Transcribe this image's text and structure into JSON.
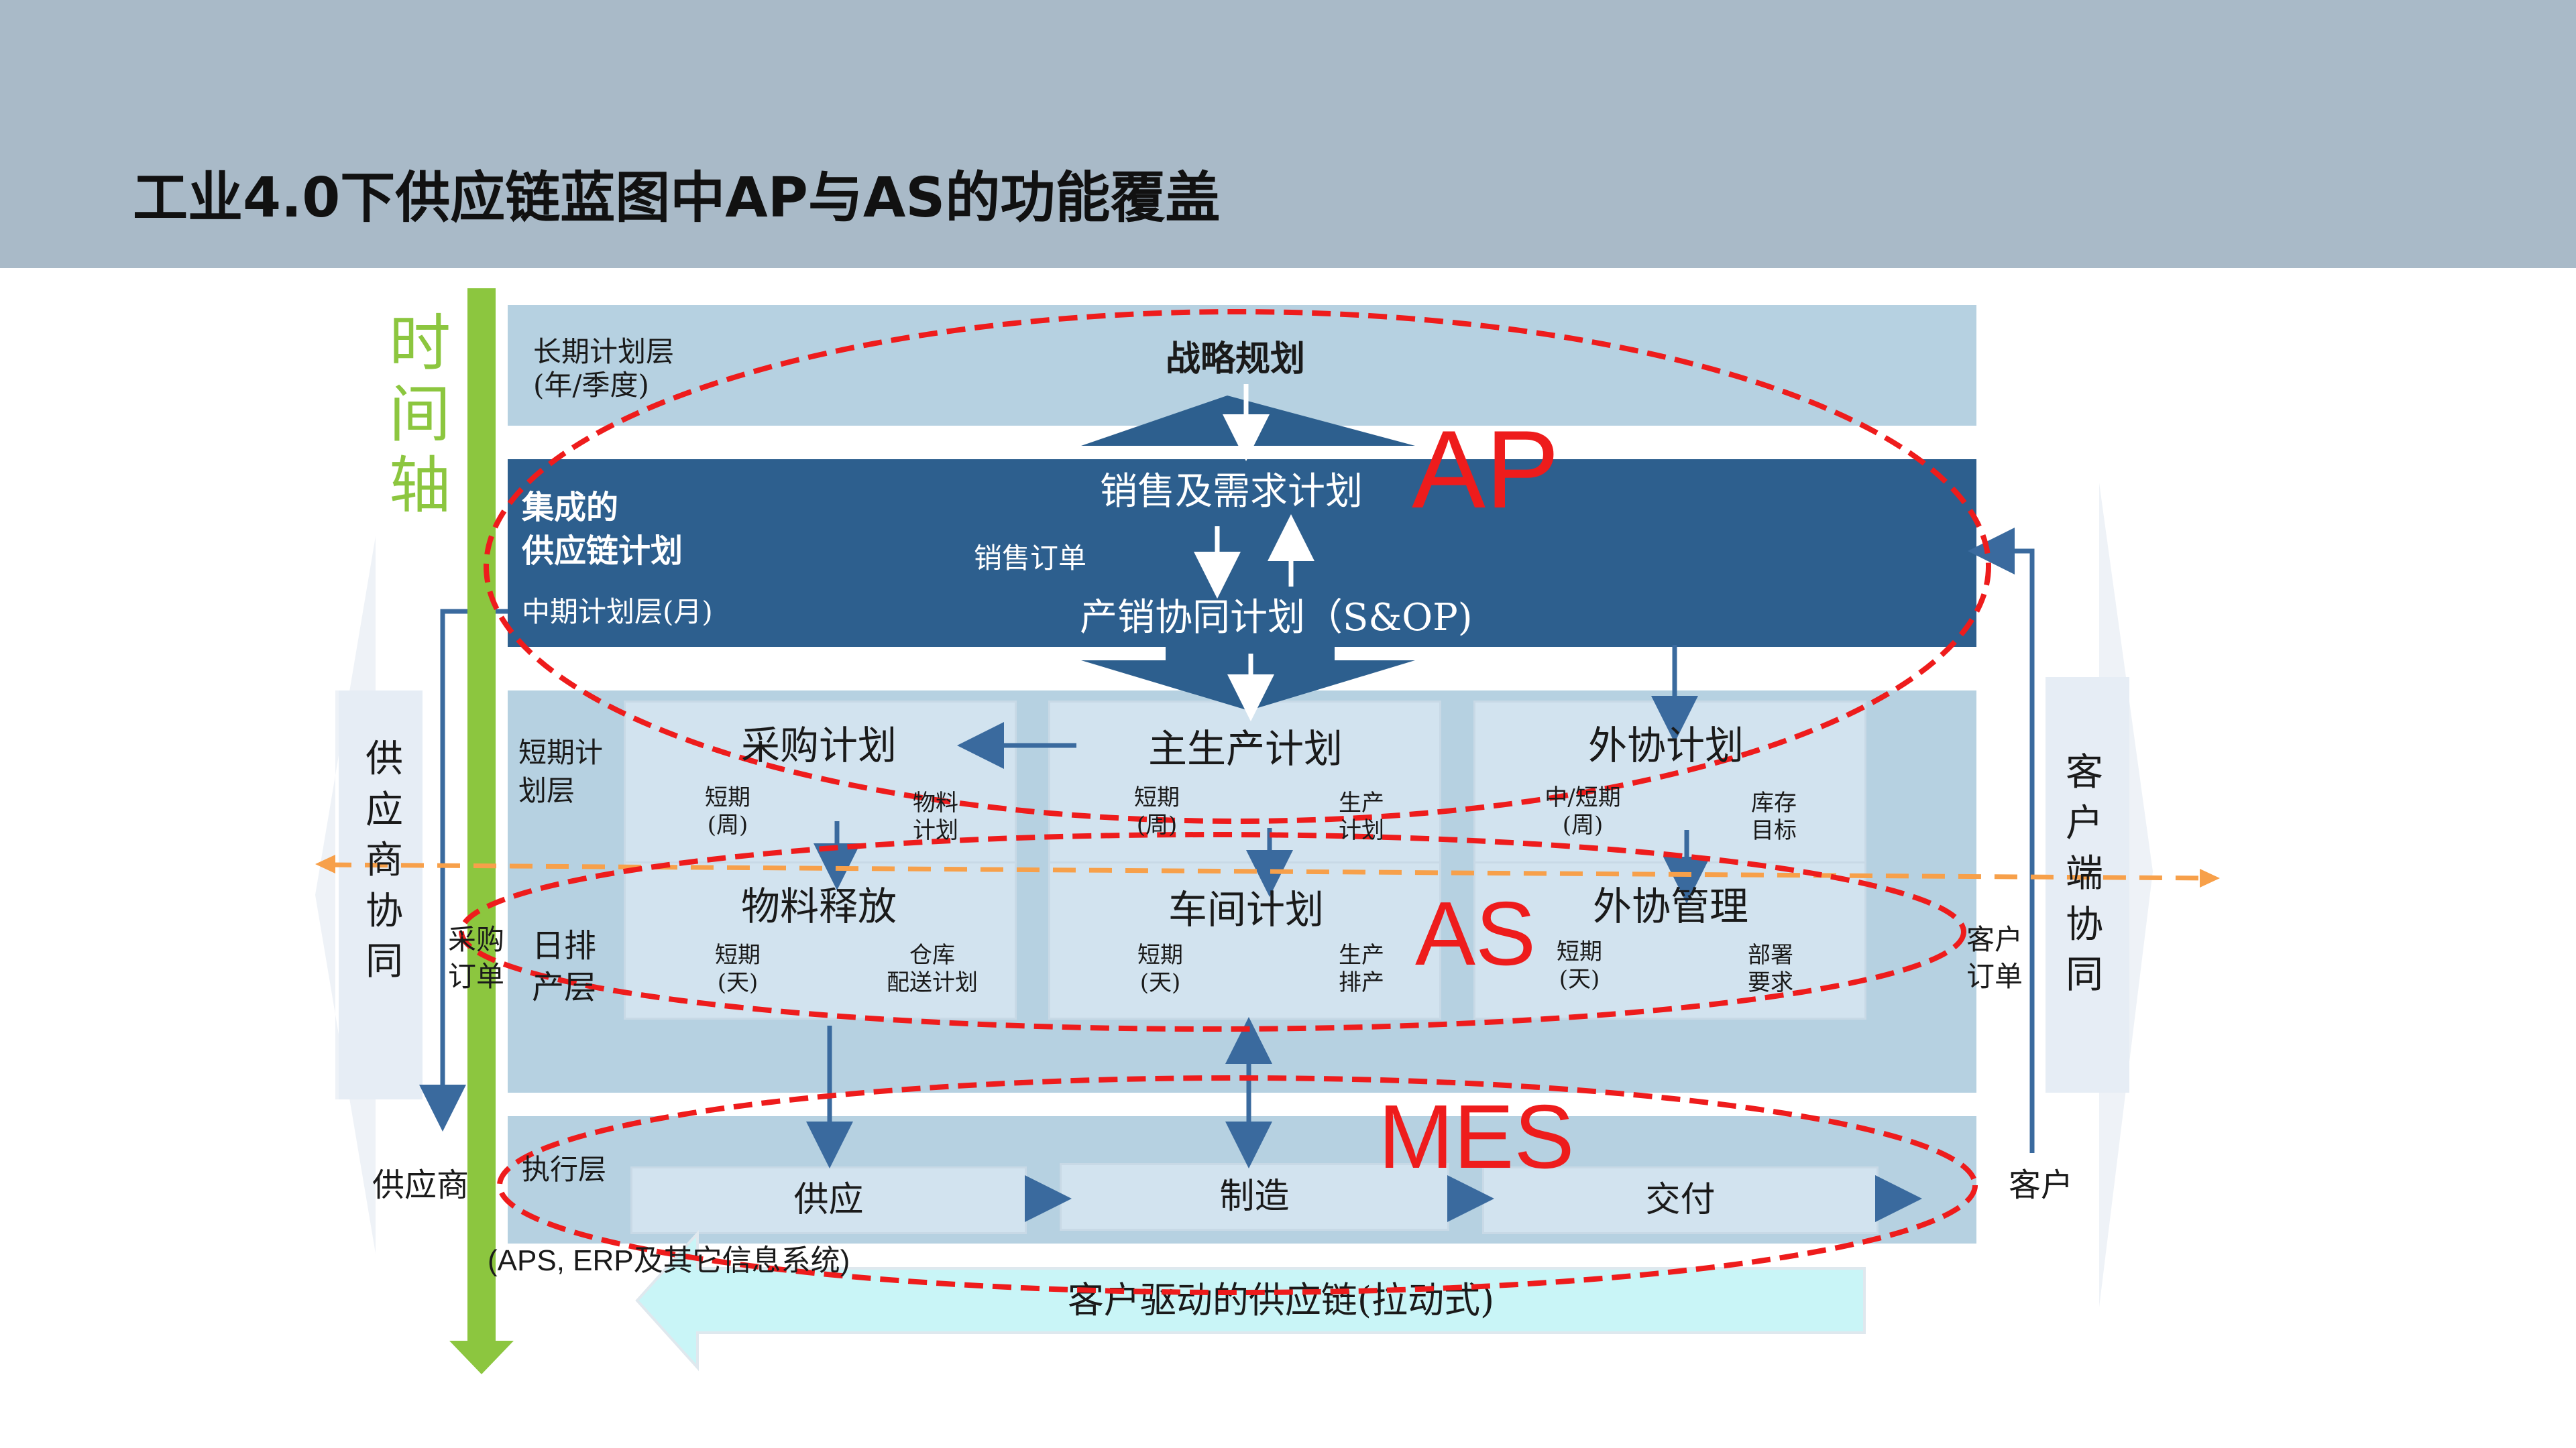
{
  "title": "工业4.0下供应链蓝图中AP与AS的功能覆盖",
  "timeline_label": "时间轴",
  "supplier_collab": "供应商协同",
  "customer_collab": "客户端协同",
  "supplier": "供应商",
  "customer": "客户",
  "purchase_order": "采购订单",
  "customer_order": "客户订单",
  "systems_note": "(APS, ERP及其它信息系统)",
  "pull_chain": "客户驱动的供应链(拉动式)",
  "layers": {
    "long_term": "长期计划层\n(年/季度)",
    "strategy": "战略规划",
    "integrated": "集成的\n供应链计划",
    "mid_term": "中期计划层(月)",
    "sales_demand": "销售及需求计划",
    "sales_order": "销售订单",
    "sop": "产销协同计划（S&OP)",
    "short_term": "短期计\n划层",
    "daily": "日排\n产层",
    "execution": "执行层"
  },
  "short_plans": [
    {
      "title": "采购计划",
      "left": "短期\n(周)",
      "right": "物料\n计划"
    },
    {
      "title": "主生产计划",
      "left": "短期\n(周)",
      "right": "生产\n计划"
    },
    {
      "title": "外协计划",
      "left": "中/短期\n(周)",
      "right": "库存\n目标"
    }
  ],
  "daily_plans": [
    {
      "title": "物料释放",
      "left": "短期\n(天)",
      "right": "仓库\n配送计划"
    },
    {
      "title": "车间计划",
      "left": "短期\n(天)",
      "right": "生产\n排产"
    },
    {
      "title": "外协管理",
      "left": "短期\n(天)",
      "right": "部署\n要求"
    }
  ],
  "execution_boxes": [
    "供应",
    "制造",
    "交付"
  ],
  "coverage_labels": {
    "ap": "AP",
    "as": "AS",
    "mes": "MES"
  },
  "colors": {
    "header": "#a9bac8",
    "band": "#b6d1e1",
    "panel": "#d2e3ef",
    "dark": "#2d5f8e",
    "timeline": "#8cc63f",
    "red_dash": "#ee1c1c",
    "orange_dash": "#f7a04a",
    "pull_arrow": "#c9f5f7"
  }
}
